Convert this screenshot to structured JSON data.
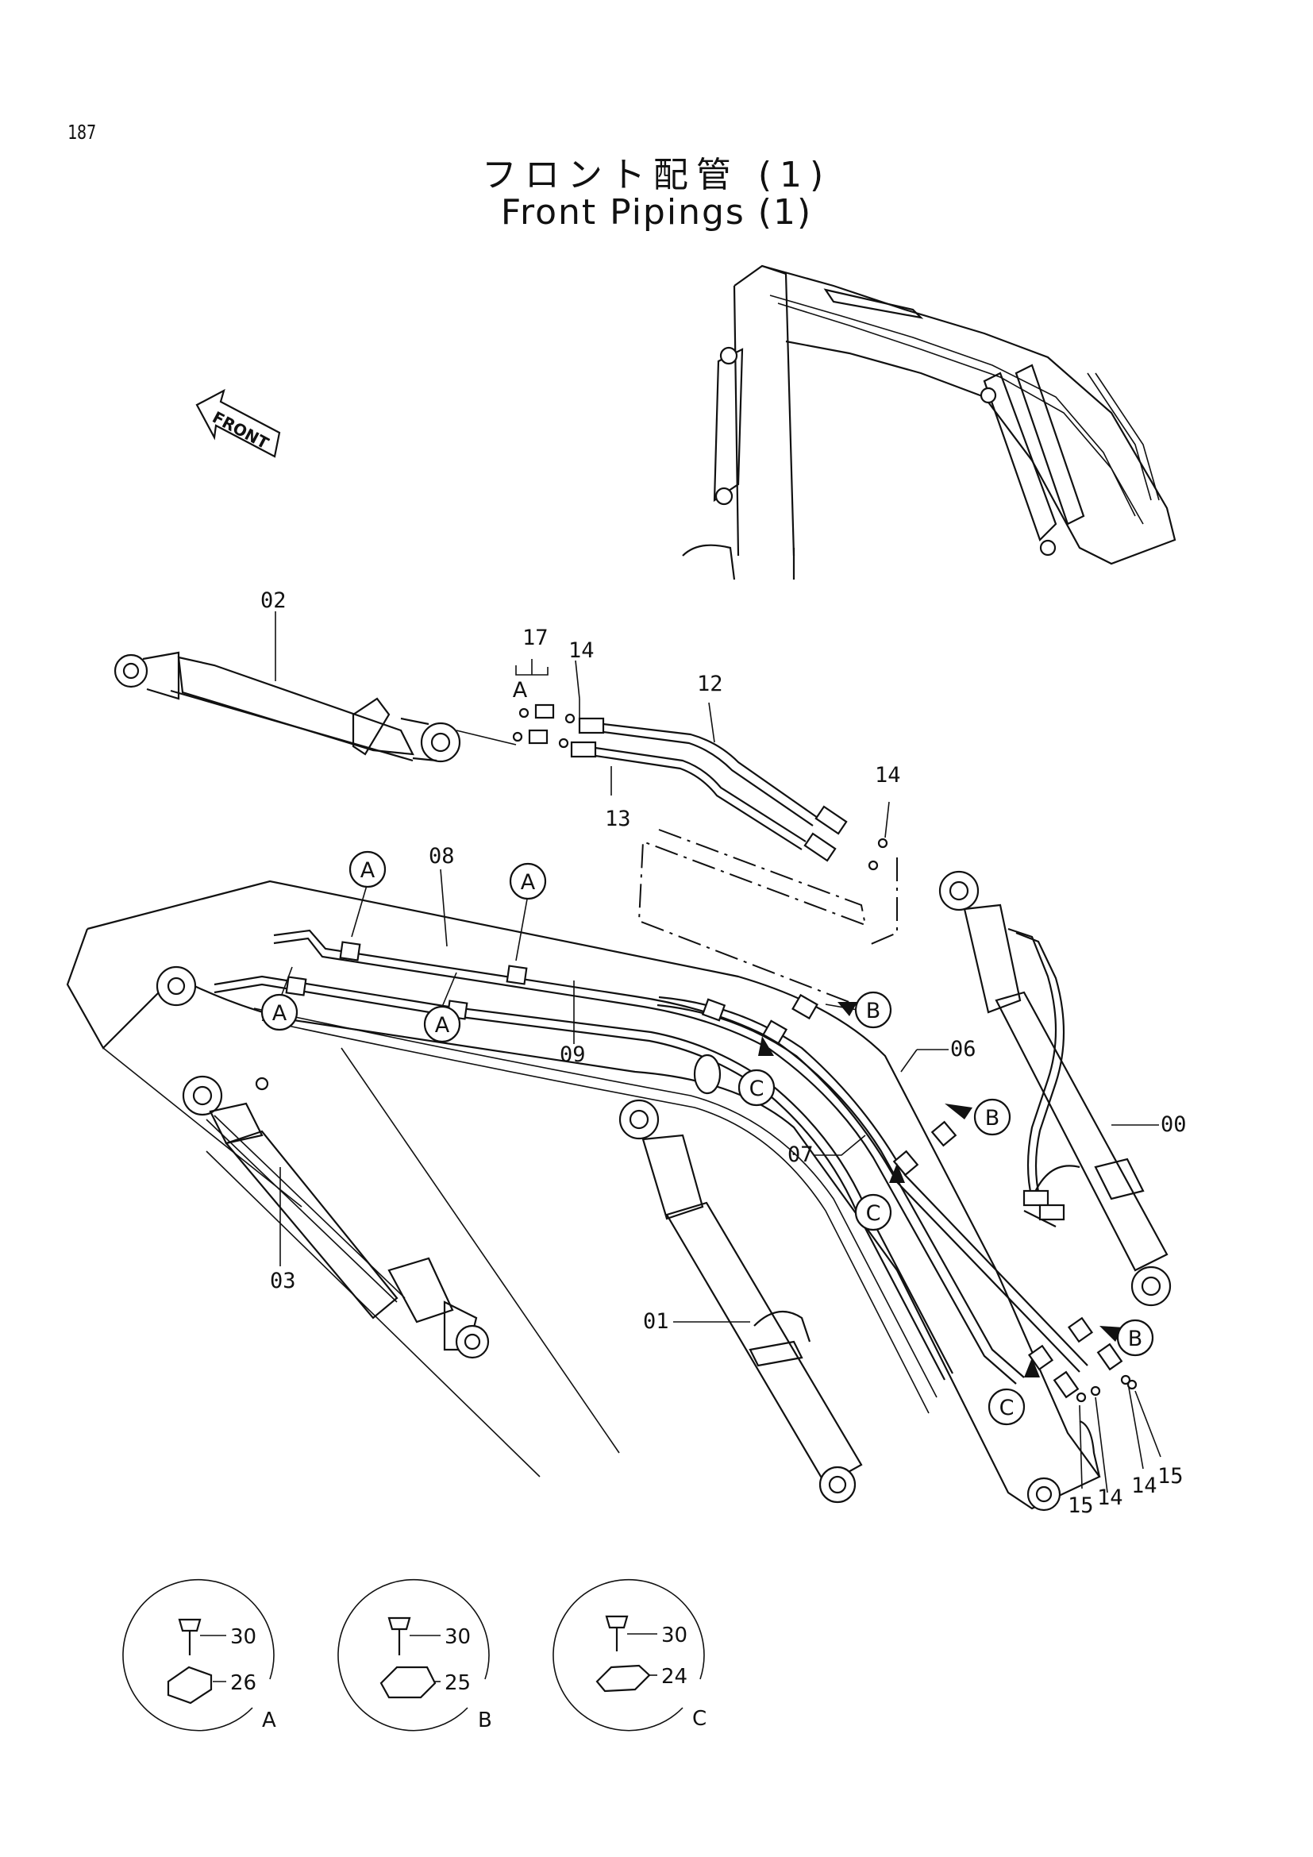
{
  "page": {
    "number": "187",
    "title_jp": "フロント配管 (1)",
    "title_en": "Front Pipings (1)"
  },
  "front_indicator": "FRONT",
  "callouts": {
    "p00": "00",
    "p01": "01",
    "p02": "02",
    "p03": "03",
    "p06": "06",
    "p07": "07",
    "p08": "08",
    "p09": "09",
    "p12": "12",
    "p13": "13",
    "p14a": "14",
    "p14b": "14",
    "p14c": "14",
    "p14d": "14",
    "p15a": "15",
    "p15b": "15",
    "p17": "17"
  },
  "clamp_markers": {
    "a1": "A",
    "a2": "A",
    "a3": "A",
    "a4": "A",
    "a5": "A",
    "b1": "B",
    "b2": "B",
    "b3": "B",
    "c1": "C",
    "c2": "C",
    "c3": "C"
  },
  "detail_views": [
    {
      "letter": "A",
      "bolt": "30",
      "clamp": "26"
    },
    {
      "letter": "B",
      "bolt": "30",
      "clamp": "25"
    },
    {
      "letter": "C",
      "bolt": "30",
      "clamp": "24"
    }
  ]
}
